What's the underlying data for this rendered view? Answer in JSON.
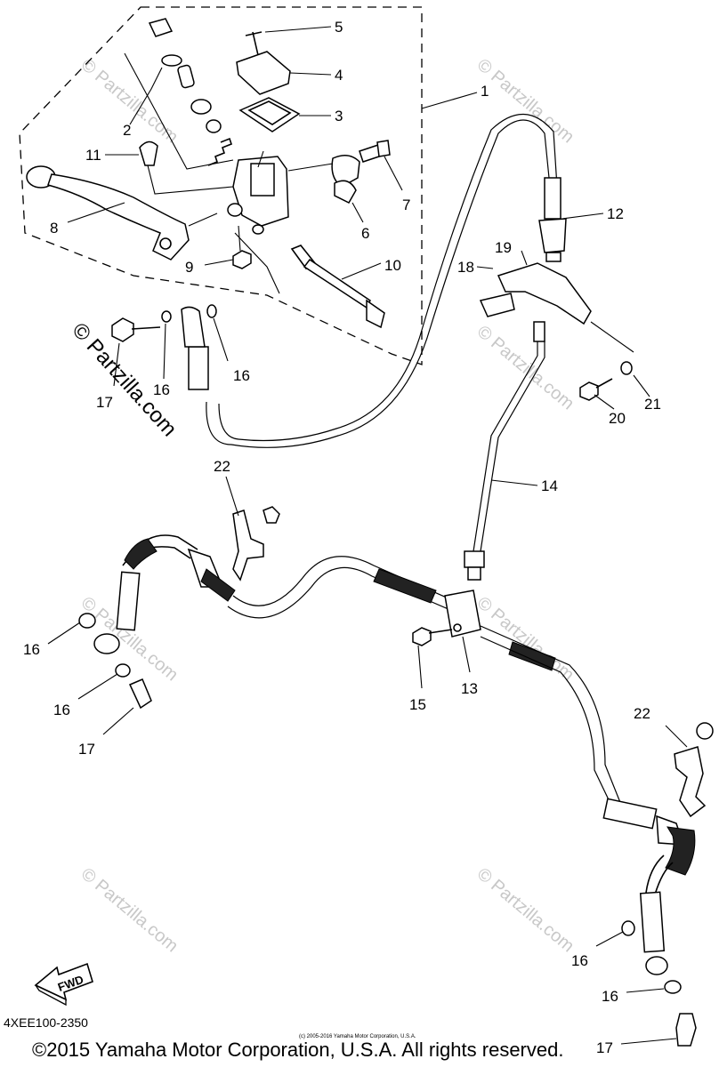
{
  "diagram": {
    "ref_code": "4XEE100-2350",
    "copyright": "©2015 Yamaha Motor Corporation, U.S.A. All rights reserved.",
    "tiny_note": "(c) 2005-2016 Yamaha Motor Corporation, U.S.A.",
    "fwd_label": "FWD",
    "watermark_large": "© Partzilla.com",
    "watermark_small": "© Partzilla.com",
    "callouts": [
      "1",
      "2",
      "3",
      "4",
      "5",
      "6",
      "7",
      "8",
      "9",
      "10",
      "11",
      "12",
      "13",
      "14",
      "15",
      "16",
      "17",
      "18",
      "19",
      "20",
      "21",
      "22"
    ]
  }
}
